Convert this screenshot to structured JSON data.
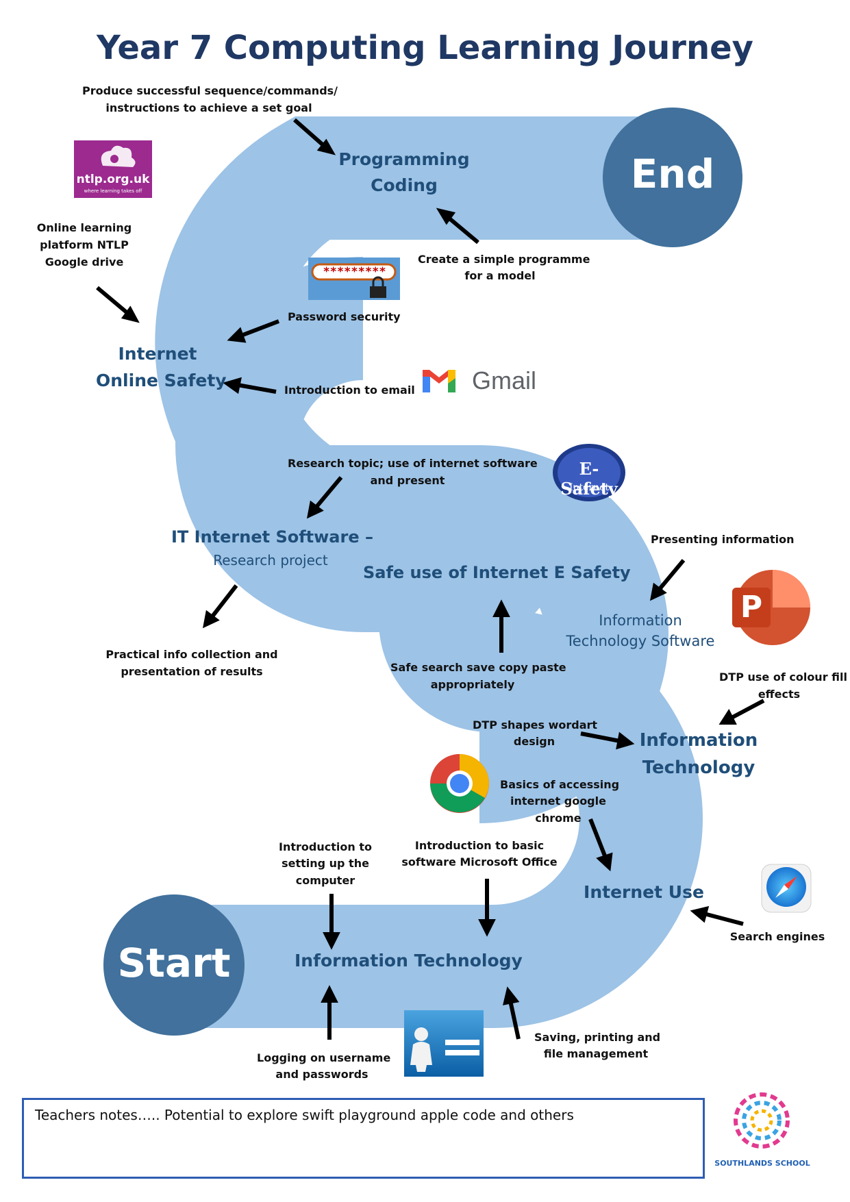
{
  "title": "Year 7 Computing Learning Journey",
  "colors": {
    "road": "#9dc3e6",
    "circle": "#41719c",
    "topic": "#1f4e79",
    "title": "#1f3864",
    "notes_border": "#2e5db3"
  },
  "nodes": {
    "start": "Start",
    "end": "End"
  },
  "topics": {
    "it": "Information Technology",
    "internet_use": "Internet Use",
    "info_tech_1": "Information",
    "info_tech_2": "Technology",
    "its_1": "Information",
    "its_2": "Technology Software",
    "safe": "Safe use of Internet E Safety",
    "research_1": "IT Internet Software –",
    "research_2": "Research project",
    "online_1": "Internet",
    "online_2": "Online Safety",
    "prog_1": "Programming",
    "prog_2": "Coding"
  },
  "labels": {
    "produce_1": "Produce successful sequence/commands/",
    "produce_2": "instructions to achieve a set goal",
    "ntlp_1": "Online learning",
    "ntlp_2": "platform NTLP",
    "ntlp_3": "Google drive",
    "create_1": "Create a simple programme",
    "create_2": "for a model",
    "password": "Password security",
    "email": "Introduction to email",
    "research_1": "Research topic; use of internet software",
    "research_2": "and present",
    "presenting": "Presenting information",
    "practical_1": "Practical info collection and",
    "practical_2": "presentation of results",
    "safesearch_1": "Safe search save copy paste",
    "safesearch_2": "appropriately",
    "dtpfill_1": "DTP use of colour fill",
    "dtpfill_2": "effects",
    "dtpshapes_1": "DTP shapes wordart",
    "dtpshapes_2": "design",
    "basics_1": "Basics of accessing",
    "basics_2": "internet google",
    "basics_3": "chrome",
    "setup_1": "Introduction to",
    "setup_2": "setting up the",
    "setup_3": "computer",
    "office_1": "Introduction to basic",
    "office_2": "software Microsoft Office",
    "search": "Search engines",
    "logon_1": "Logging on username",
    "logon_2": "and passwords",
    "saving_1": "Saving, printing and",
    "saving_2": "file management"
  },
  "logos": {
    "ntlp_text": "ntlp.org.uk",
    "ntlp_sub": "where learning takes off",
    "password_mask": "*********",
    "gmail": "Gmail",
    "esafety": "E-Safety",
    "esafety_sub": "Internet",
    "powerpoint": "P",
    "school": "SOUTHLANDS SCHOOL"
  },
  "notes": "Teachers notes….. Potential to explore swift playground apple code and others"
}
